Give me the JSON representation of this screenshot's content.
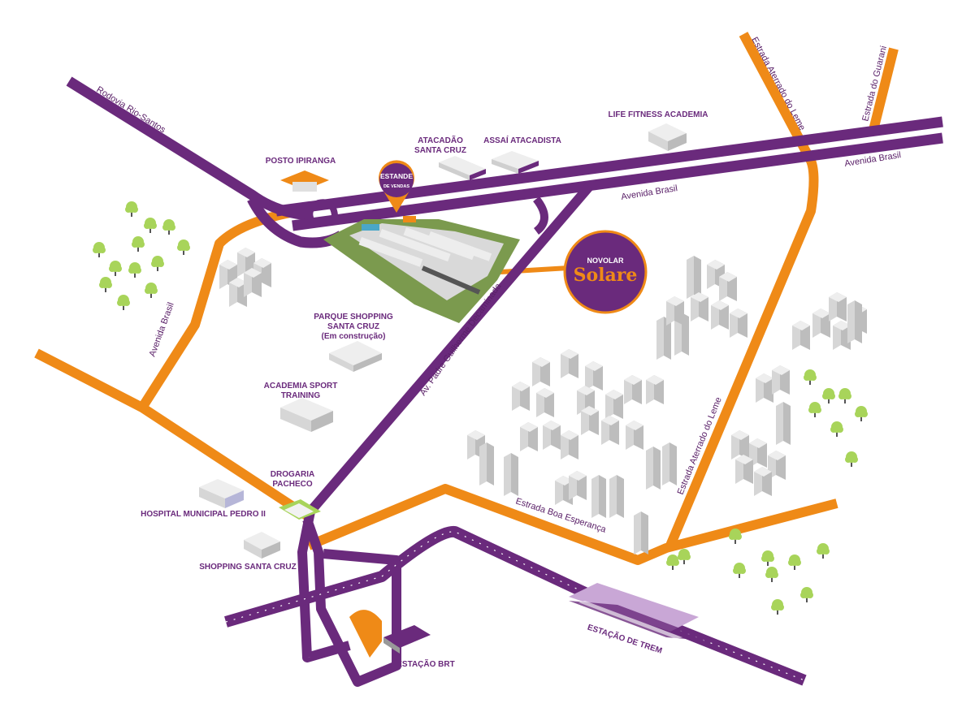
{
  "roads": {
    "rodovia_rio_santos": "Rodovia Rio-Santos",
    "avenida_brasil_1": "Avenida Brasil",
    "avenida_brasil_2": "Avenida Brasil",
    "avenida_brasil_3": "Avenida Brasil",
    "estrada_aterrado_leme_1": "Estrada Aterrado do Leme",
    "estrada_aterrado_leme_2": "Estrada Aterrado do Leme",
    "estrada_guarani": "Estrada do Guarani",
    "av_padre_guilherme": "Av. Padre Guilherme Decaminada",
    "estrada_boa_esperanca": "Estrada Boa Esperança"
  },
  "pois": {
    "posto_ipiranga": "POSTO IPIRANGA",
    "atacadao_1": "ATACADÃO",
    "atacadao_2": "SANTA CRUZ",
    "assai": "ASSAÍ ATACADISTA",
    "life_fitness": "LIFE FITNESS ACADEMIA",
    "parque_1": "PARQUE SHOPPING",
    "parque_2": "SANTA CRUZ",
    "parque_3": "(Em construção)",
    "academia_1": "ACADEMIA SPORT",
    "academia_2": "TRAINING",
    "drogaria_1": "DROGARIA",
    "drogaria_2": "PACHECO",
    "hospital": "HOSPITAL MUNICIPAL PEDRO II",
    "shopping": "SHOPPING SANTA CRUZ",
    "estacao_brt": "ESTAÇÃO BRT",
    "estacao_trem": "ESTAÇÃO DE TREM"
  },
  "estande": {
    "line1": "ESTANDE",
    "line2": "DE VENDAS"
  },
  "brand": {
    "small": "NOVOLAR",
    "name": "Solare"
  },
  "colors": {
    "purple": "#6a2a7c",
    "orange": "#ef8a17"
  }
}
